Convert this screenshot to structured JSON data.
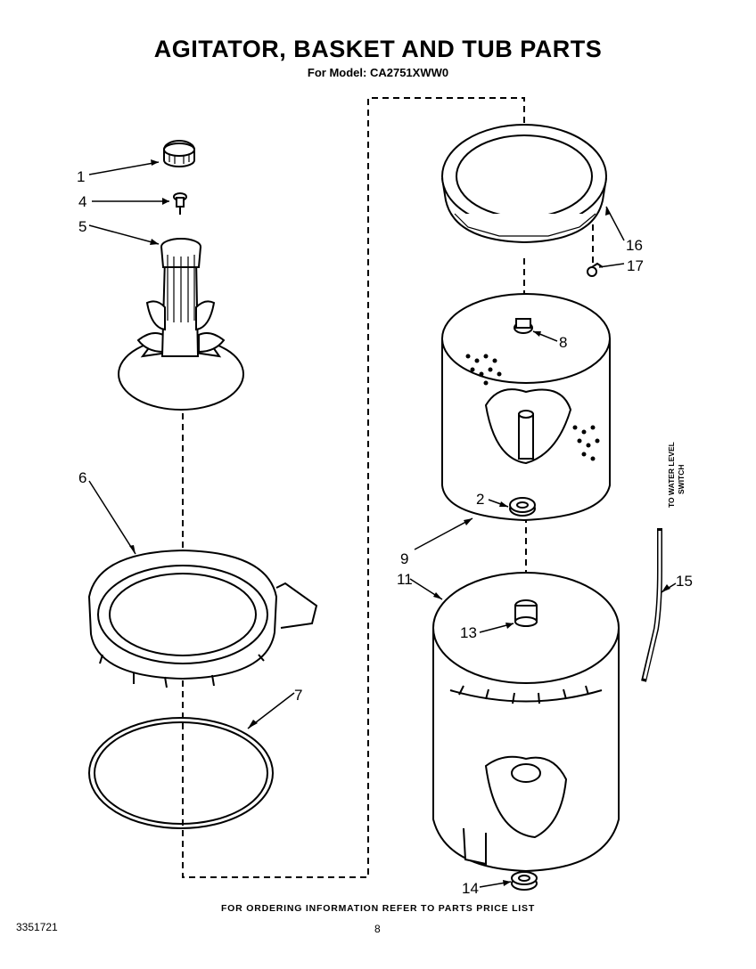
{
  "header": {
    "title": "AGITATOR, BASKET AND TUB PARTS",
    "model_line": "For Model: CA2751XWW0"
  },
  "callouts": {
    "agitator_cap": "1",
    "bolt": "4",
    "agitator": "5",
    "tub_ring": "6",
    "tub_seal": "7",
    "balance_ring": "16",
    "clip": "17",
    "basket_nut": "8",
    "spanner_nut": "2",
    "basket": "9",
    "tub": "11",
    "tub_fitting": "13",
    "hose": "15",
    "tub_bearing": "14"
  },
  "side_note": {
    "line1": "TO WATER LEVEL",
    "line2": "SWITCH"
  },
  "footer": {
    "ordering_note": "FOR ORDERING INFORMATION REFER TO PARTS PRICE LIST",
    "doc_number": "3351721",
    "page_number": "8"
  }
}
